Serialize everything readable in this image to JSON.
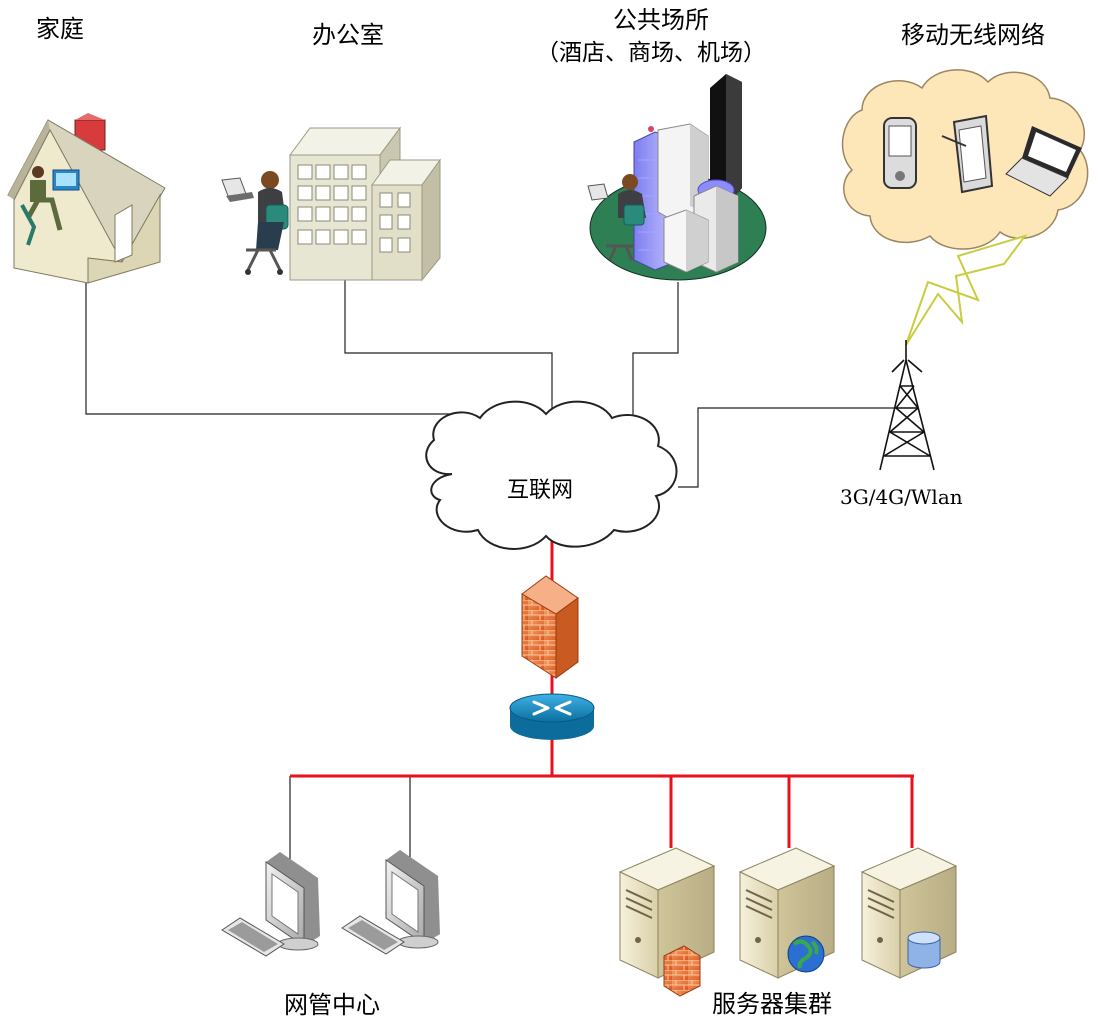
{
  "labels": {
    "home": "家庭",
    "office": "办公室",
    "public_line1": "公共场所",
    "public_line2": "（酒店、商场、机场）",
    "mobile": "移动无线网络",
    "internet": "互联网",
    "cell": "3G/4G/Wlan",
    "nms": "网管中心",
    "cluster": "服务器集群"
  },
  "colors": {
    "link_internal": "#e8111c",
    "link_external": "#222222",
    "cloud_mobile": "#fde7b9",
    "firewall": "#f0793a",
    "router": "#1d8fc6",
    "server": "#eae3c6",
    "monitor": "#d8d8d8",
    "building": "#e7e6d2",
    "tower": "#111111"
  },
  "icons": {
    "home": "house-icon",
    "office": "office-building-icon",
    "public": "city-buildings-icon",
    "mobile_devices": [
      "pda-icon",
      "tablet-icon",
      "laptop-icon"
    ],
    "wireless": "lightning-signal-icon",
    "cell_tower": "cell-tower-icon",
    "internet": "cloud-icon",
    "firewall": "firewall-icon",
    "router": "router-icon",
    "workstations": [
      "workstation-icon",
      "workstation-icon"
    ],
    "servers": [
      "firewall-server-icon",
      "web-server-icon",
      "database-server-icon"
    ]
  }
}
